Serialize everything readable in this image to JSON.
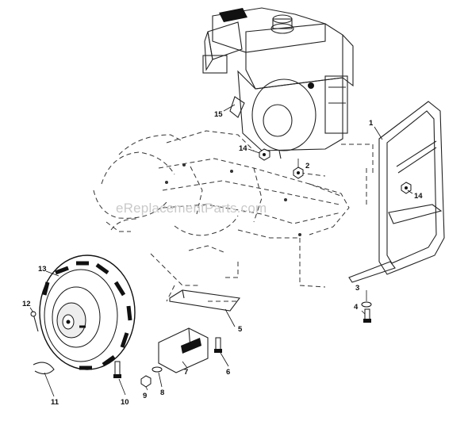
{
  "watermark": "eReplacementParts.com",
  "callouts": [
    {
      "id": "15",
      "label": "15"
    },
    {
      "id": "1",
      "label": "1"
    },
    {
      "id": "14a",
      "label": "14"
    },
    {
      "id": "2",
      "label": "2"
    },
    {
      "id": "14b",
      "label": "14"
    },
    {
      "id": "13",
      "label": "13"
    },
    {
      "id": "12",
      "label": "12"
    },
    {
      "id": "3",
      "label": "3"
    },
    {
      "id": "4",
      "label": "4"
    },
    {
      "id": "5",
      "label": "5"
    },
    {
      "id": "6",
      "label": "6"
    },
    {
      "id": "7",
      "label": "7"
    },
    {
      "id": "8",
      "label": "8"
    },
    {
      "id": "9",
      "label": "9"
    },
    {
      "id": "10",
      "label": "10"
    },
    {
      "id": "11",
      "label": "11"
    }
  ]
}
